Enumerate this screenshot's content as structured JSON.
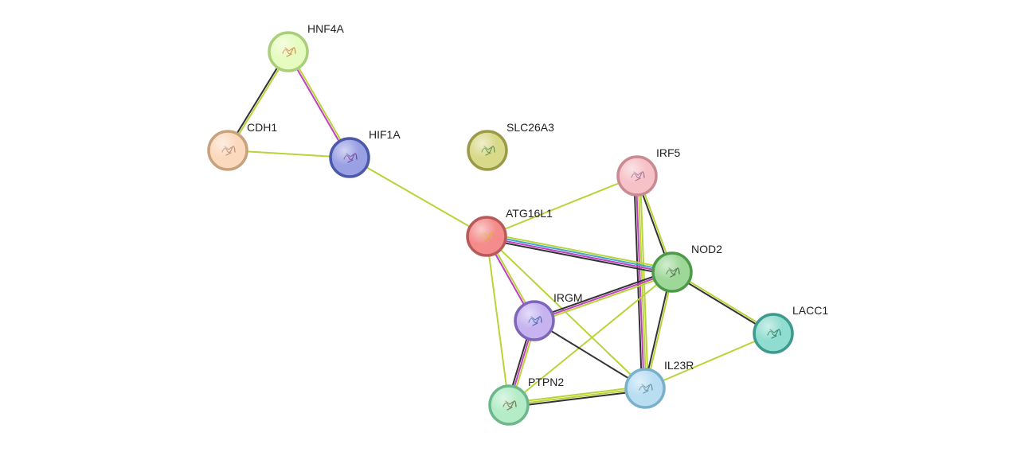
{
  "nodes": [
    {
      "id": "HNF4A",
      "label": "HNF4A",
      "fill": "#e6fbbf",
      "stroke": "#a9cf7a",
      "glyph": "#c98a3a"
    },
    {
      "id": "CDH1",
      "label": "CDH1",
      "fill": "#fbd9bd",
      "stroke": "#c8a27c",
      "glyph": "#b58c6d"
    },
    {
      "id": "HIF1A",
      "label": "HIF1A",
      "fill": "#9aa0e4",
      "stroke": "#4c58a8",
      "glyph": "#6a3a9a"
    },
    {
      "id": "SLC26A3",
      "label": "SLC26A3",
      "fill": "#d9d98a",
      "stroke": "#9a9a48",
      "glyph": "#5a8a3a"
    },
    {
      "id": "IRF5",
      "label": "IRF5",
      "fill": "#f6c1c7",
      "stroke": "#c98a92",
      "glyph": "#a06a8a"
    },
    {
      "id": "ATG16L1",
      "label": "ATG16L1",
      "fill": "#f58c8c",
      "stroke": "#b85a5a",
      "glyph": "#d8a030"
    },
    {
      "id": "NOD2",
      "label": "NOD2",
      "fill": "#9ed898",
      "stroke": "#4e9a4a",
      "glyph": "#3a6a3a"
    },
    {
      "id": "IRGM",
      "label": "IRGM",
      "fill": "#c6b3f0",
      "stroke": "#7e66b8",
      "glyph": "#3a5ab0"
    },
    {
      "id": "LACC1",
      "label": "LACC1",
      "fill": "#8fdcd0",
      "stroke": "#3e9a8e",
      "glyph": "#1a7a5a"
    },
    {
      "id": "PTPN2",
      "label": "PTPN2",
      "fill": "#b3ecc6",
      "stroke": "#6cb88a",
      "glyph": "#6a6a3a"
    },
    {
      "id": "IL23R",
      "label": "IL23R",
      "fill": "#b9def2",
      "stroke": "#7ab0cc",
      "glyph": "#5a8aa0"
    }
  ],
  "edges": [
    {
      "from": "HNF4A",
      "to": "CDH1",
      "colors": [
        "#b8d438",
        "#333333"
      ]
    },
    {
      "from": "HNF4A",
      "to": "HIF1A",
      "colors": [
        "#b8d438",
        "#c040c0"
      ]
    },
    {
      "from": "CDH1",
      "to": "HIF1A",
      "colors": [
        "#b8d438"
      ]
    },
    {
      "from": "HIF1A",
      "to": "ATG16L1",
      "colors": [
        "#b8d438"
      ]
    },
    {
      "from": "IRF5",
      "to": "ATG16L1",
      "colors": [
        "#b8d438"
      ]
    },
    {
      "from": "IRF5",
      "to": "NOD2",
      "colors": [
        "#b8d438",
        "#333333"
      ]
    },
    {
      "from": "IRF5",
      "to": "IL23R",
      "colors": [
        "#b8d438",
        "#b8d438",
        "#c040c0",
        "#333333"
      ]
    },
    {
      "from": "ATG16L1",
      "to": "NOD2",
      "colors": [
        "#b8d438",
        "#40a8c8",
        "#c040c0",
        "#333333"
      ]
    },
    {
      "from": "ATG16L1",
      "to": "IRGM",
      "colors": [
        "#b8d438",
        "#c040c0"
      ]
    },
    {
      "from": "ATG16L1",
      "to": "PTPN2",
      "colors": [
        "#b8d438"
      ]
    },
    {
      "from": "ATG16L1",
      "to": "IL23R",
      "colors": [
        "#b8d438"
      ]
    },
    {
      "from": "NOD2",
      "to": "IRGM",
      "colors": [
        "#b8d438",
        "#c040c0",
        "#333333"
      ]
    },
    {
      "from": "NOD2",
      "to": "LACC1",
      "colors": [
        "#b8d438",
        "#333333"
      ]
    },
    {
      "from": "NOD2",
      "to": "PTPN2",
      "colors": [
        "#b8d438"
      ]
    },
    {
      "from": "NOD2",
      "to": "IL23R",
      "colors": [
        "#b8d438",
        "#333333"
      ]
    },
    {
      "from": "LACC1",
      "to": "IL23R",
      "colors": [
        "#b8d438"
      ]
    },
    {
      "from": "IRGM",
      "to": "PTPN2",
      "colors": [
        "#b8d438",
        "#c040c0",
        "#333333"
      ]
    },
    {
      "from": "IRGM",
      "to": "IL23R",
      "colors": [
        "#333333"
      ]
    },
    {
      "from": "PTPN2",
      "to": "IL23R",
      "colors": [
        "#b8d438",
        "#b8d438",
        "#333333"
      ]
    }
  ]
}
